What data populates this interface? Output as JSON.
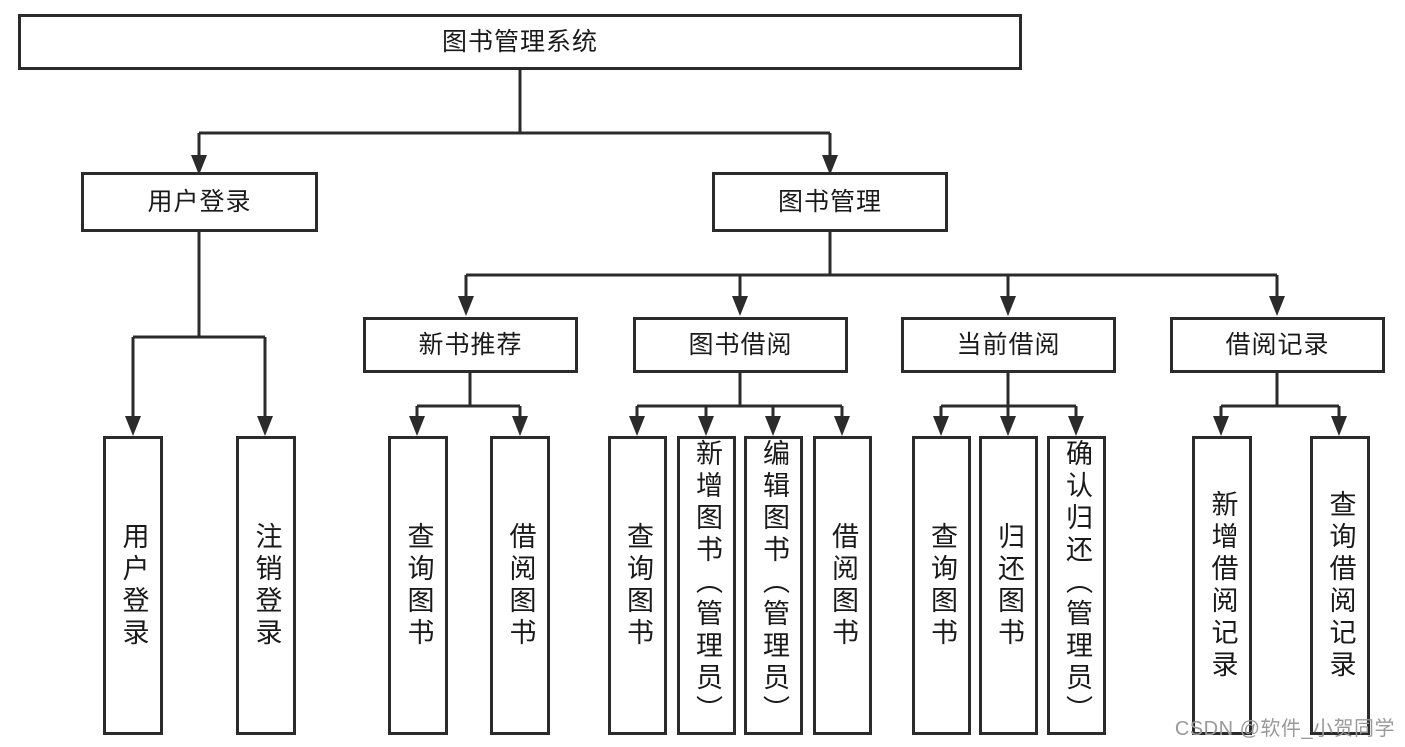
{
  "diagram": {
    "type": "tree-hierarchy",
    "title": "图书管理系统",
    "watermark": "CSDN @软件_小贺同学",
    "colors": {
      "stroke": "#2b2b2b",
      "fill": "#ffffff",
      "text": "#1a1a1a",
      "watermark": "#9a9a9a"
    },
    "nodes": {
      "root": {
        "label": "图书管理系统"
      },
      "level2": [
        {
          "label": "用户登录"
        },
        {
          "label": "图书管理"
        }
      ],
      "level3": [
        {
          "label": "新书推荐"
        },
        {
          "label": "图书借阅"
        },
        {
          "label": "当前借阅"
        },
        {
          "label": "借阅记录"
        }
      ],
      "leaves": {
        "user_login": [
          {
            "label": "用户登录"
          },
          {
            "label": "注销登录"
          }
        ],
        "new_book_recommend": [
          {
            "label": "查询图书"
          },
          {
            "label": "借阅图书"
          }
        ],
        "book_borrow": [
          {
            "label": "查询图书"
          },
          {
            "label": "新增图书（管理员）"
          },
          {
            "label": "编辑图书（管理员）"
          },
          {
            "label": "借阅图书"
          }
        ],
        "current_borrow": [
          {
            "label": "查询图书"
          },
          {
            "label": "归还图书"
          },
          {
            "label": "确认归还（管理员）"
          }
        ],
        "borrow_record": [
          {
            "label": "新增借阅记录"
          },
          {
            "label": "查询借阅记录"
          }
        ]
      }
    }
  }
}
